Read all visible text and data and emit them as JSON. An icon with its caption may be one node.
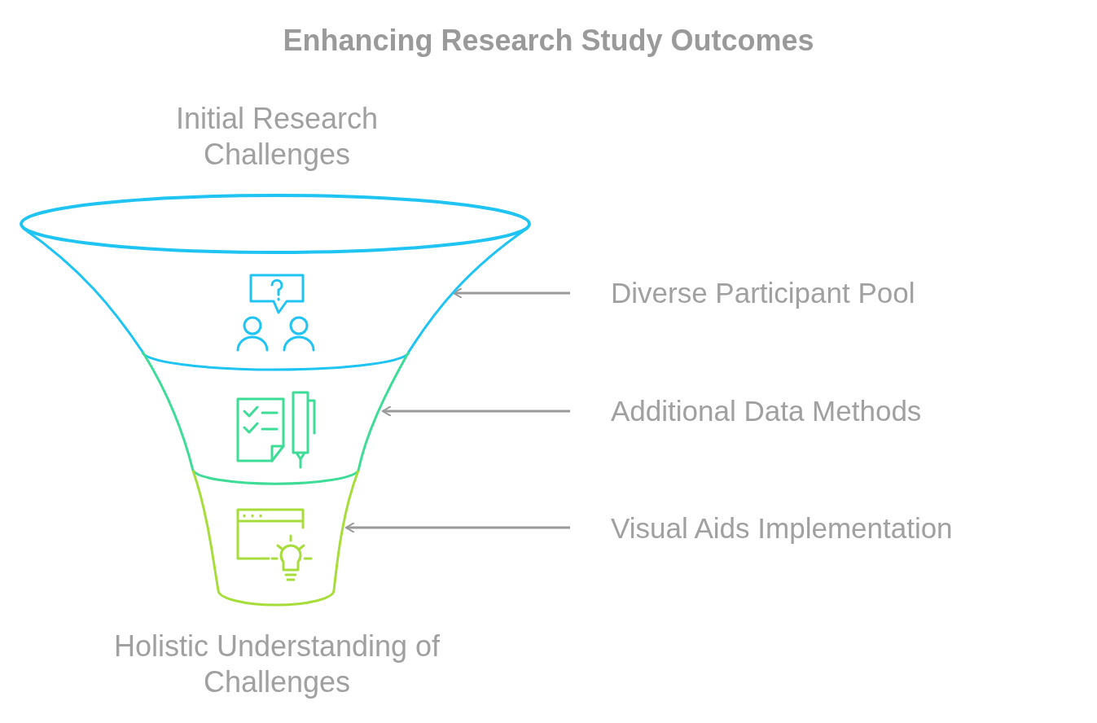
{
  "diagram": {
    "title": "Enhancing Research Study Outcomes",
    "nodes": [
      {
        "text": [],
        "shape": "band"
      },
      {
        "text": [],
        "shape": "band"
      },
      {
        "text": [],
        "shape": "band"
      },
      {
        "text": [
          "Diverse Participant Pool"
        ]
      },
      {
        "text": [
          "Additional Data Methods"
        ]
      },
      {
        "text": [
          "Visual Aids Implementation"
        ]
      }
    ],
    "edges": [
      {
        "from": 3,
        "to": 0,
        "arrow": "to"
      },
      {
        "from": 4,
        "to": 1,
        "arrow": "to"
      },
      {
        "from": 5,
        "to": 2,
        "arrow": "to"
      }
    ],
    "labels": [
      "Initial Research Challenges",
      "Holistic Understanding of Challenges"
    ]
  }
}
